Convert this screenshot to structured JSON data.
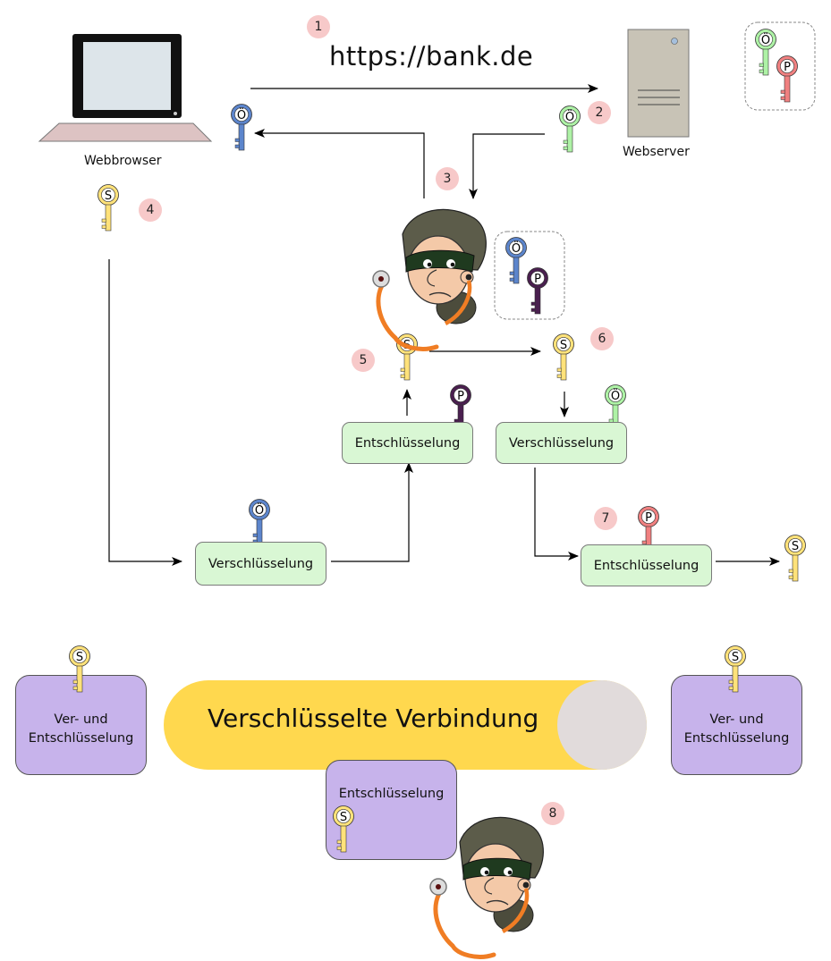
{
  "url": "https://bank.de",
  "labels": {
    "browser": "Webbrowser",
    "server": "Webserver"
  },
  "boxes": {
    "encrypt_client": "Verschlüsselung",
    "decrypt_attacker": "Entschlüsselung",
    "encrypt_attacker": "Verschlüsselung",
    "decrypt_server": "Entschlüsselung"
  },
  "bottom": {
    "left_line1": "Ver- und",
    "left_line2": "Entschlüsselung",
    "right_line1": "Ver- und",
    "right_line2": "Entschlüsselung",
    "tunnel": "Verschlüsselte Verbindung",
    "eaves": "Entschlüsselung"
  },
  "steps": [
    "1",
    "2",
    "3",
    "4",
    "5",
    "6",
    "7",
    "8"
  ],
  "key_letters": {
    "public": "Ö",
    "private": "P",
    "session": "S"
  },
  "colors": {
    "server_public": "#aef2a6",
    "server_private": "#f08080",
    "attacker_public": "#5c85cc",
    "attacker_private": "#4a1f4f",
    "session": "#ffe27a",
    "box_green": "#d9f7d4",
    "box_purple": "#c7b3eb",
    "tunnel": "#ffd84e",
    "step_badge": "#f7c9c9"
  }
}
